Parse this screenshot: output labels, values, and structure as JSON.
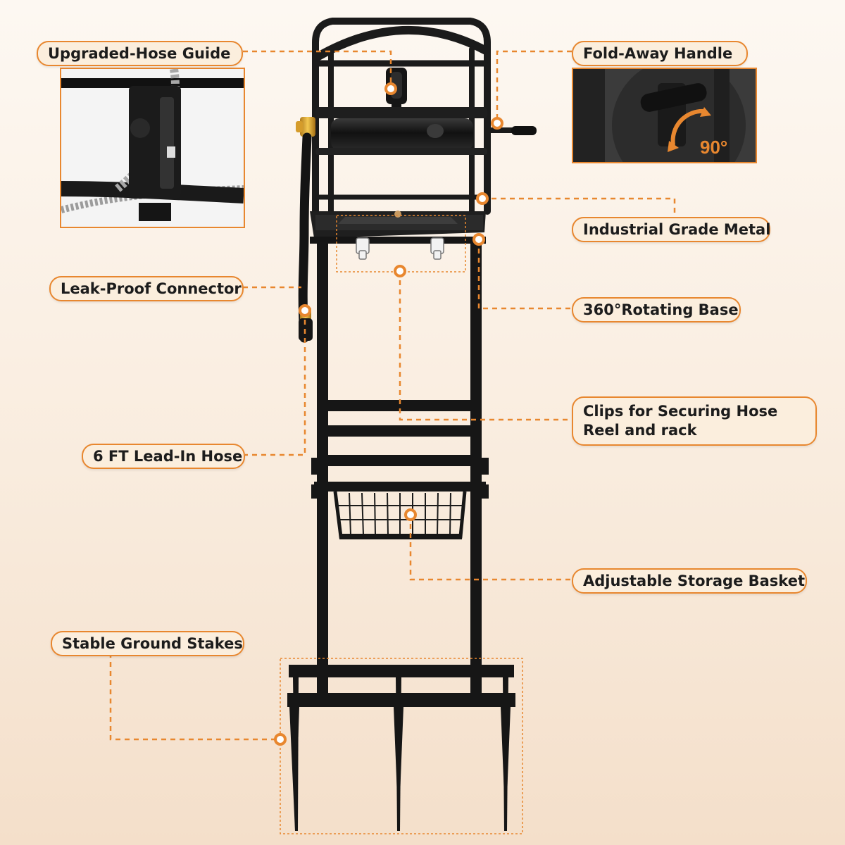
{
  "labels": {
    "hose_guide": "Upgraded-Hose Guide",
    "fold_handle": "Fold-Away Handle",
    "industrial_metal": "Industrial Grade Metal",
    "leak_proof": "Leak-Proof Connector",
    "rotating_base": "360°Rotating Base",
    "clips": "Clips for Securing Hose Reel and rack",
    "lead_in_hose": "6 FT Lead-In Hose",
    "storage_basket": "Adjustable Storage Basket",
    "ground_stakes": "Stable Ground Stakes"
  },
  "handle_inset": {
    "angle_text": "90°"
  },
  "colors": {
    "accent": "#e8872f",
    "label_fill": "#fbeedd",
    "metal": "#1b1b1b",
    "background_top": "#fdf8f2",
    "background_bottom": "#f4dfca"
  }
}
